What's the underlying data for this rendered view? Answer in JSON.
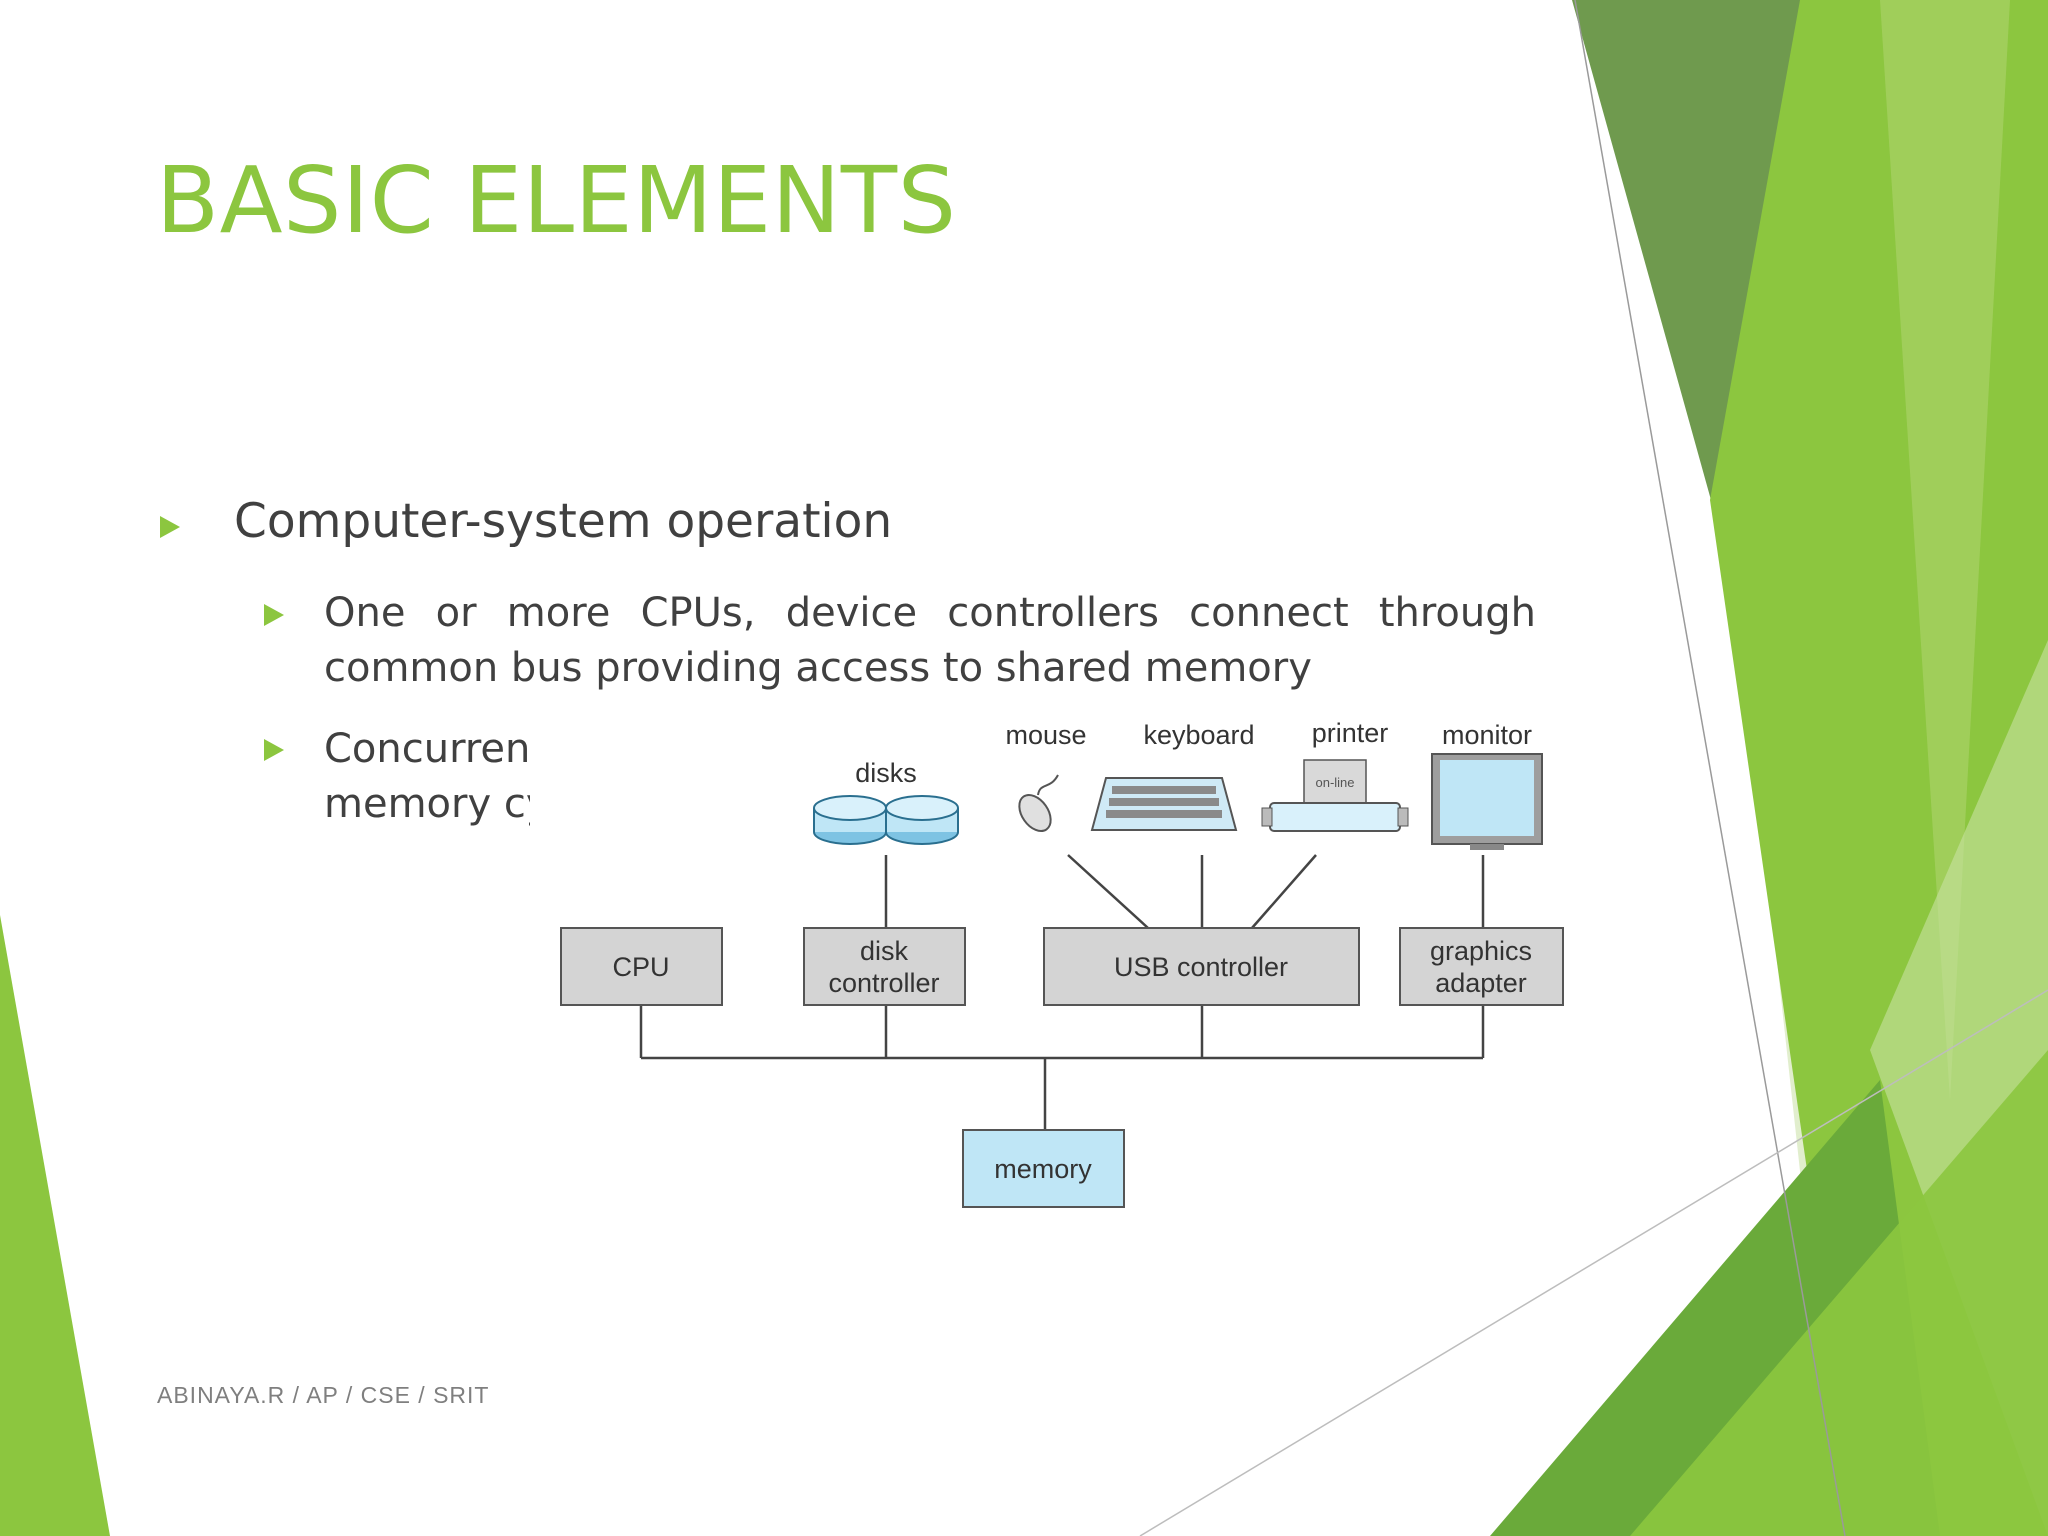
{
  "slide": {
    "title": "BASIC ELEMENTS",
    "bullets": [
      {
        "text": "Computer-system operation",
        "level": 1
      },
      {
        "text": "One or more CPUs, device controllers connect through common bus providing access to shared memory",
        "level": 2
      },
      {
        "text": "Concurrent",
        "continuation": "memory cy",
        "level": 2
      }
    ],
    "footer": "ABINAYA.R / AP / CSE / SRIT"
  },
  "diagram": {
    "devices": {
      "disks": "disks",
      "mouse": "mouse",
      "keyboard": "keyboard",
      "printer": "printer",
      "printer_screen": "on-line",
      "monitor": "monitor"
    },
    "controllers": {
      "cpu": "CPU",
      "disk_controller": [
        "disk",
        "controller"
      ],
      "usb_controller": "USB controller",
      "graphics_adapter": [
        "graphics",
        "adapter"
      ]
    },
    "memory": "memory"
  },
  "colors": {
    "accent_green": "#8cc63f",
    "dark_green": "#6f9a4e",
    "text_gray": "#404040",
    "box_gray": "#d4d4d4",
    "memory_blue": "#bfe6f6"
  }
}
